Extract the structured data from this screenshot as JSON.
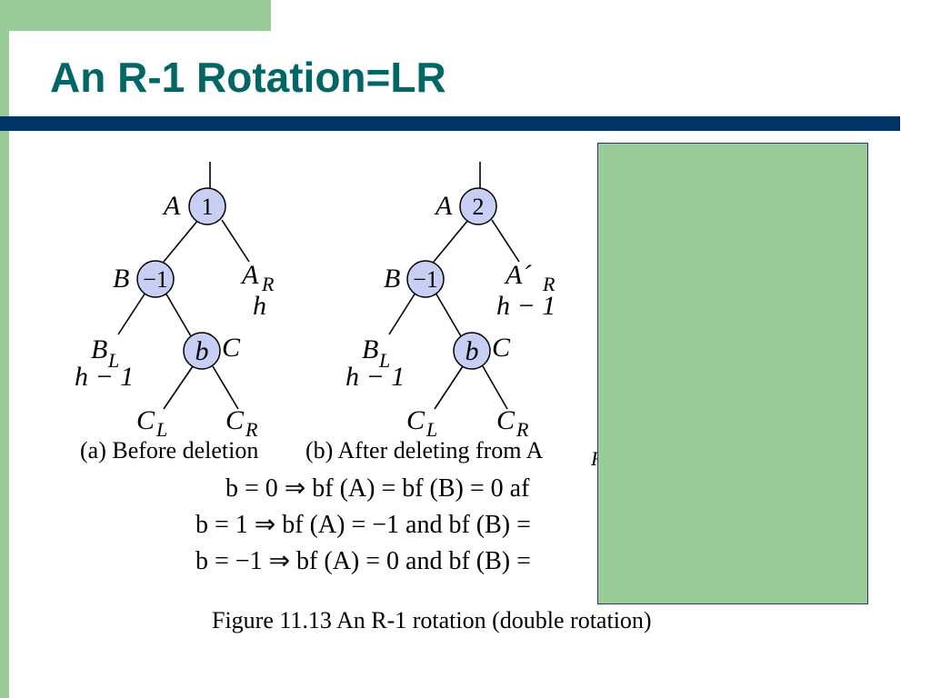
{
  "slide": {
    "title": "An R-1 Rotation=LR"
  },
  "tree_a": {
    "root_label": "A",
    "root_bf": "1",
    "left_label": "B",
    "left_bf": "−1",
    "right_sub": "A",
    "right_sub_index": "R",
    "right_height": "h",
    "bl": "B",
    "bl_index": "L",
    "bl_height": "h − 1",
    "mid_bf": "b",
    "mid_label": "C",
    "cl": "C",
    "cl_index": "L",
    "cr": "C",
    "cr_index": "R"
  },
  "tree_b": {
    "root_label": "A",
    "root_bf": "2",
    "left_label": "B",
    "left_bf": "−1",
    "right_sub": "A´",
    "right_sub_index": "R",
    "right_height": "h − 1",
    "bl": "B",
    "bl_index": "L",
    "bl_height": "h − 1",
    "mid_bf": "b",
    "mid_label": "C",
    "cl": "C",
    "cl_index": "L",
    "cr": "C",
    "cr_index": "R"
  },
  "captions": {
    "a": "(a) Before deletion",
    "b": "(b) After deleting from A",
    "b_index": "R",
    "figure": "Figure 11.13 An R-1 rotation (double rotation)"
  },
  "equations": [
    "b = 0 ⇒ bf (A) = bf (B) = 0 af",
    "b = 1 ⇒ bf (A) = −1 and bf (B) =",
    "b = −1 ⇒ bf (A) = 0 and bf (B) ="
  ],
  "colors": {
    "accent_green": "#99cc99",
    "title_teal": "#006666",
    "rule_navy": "#003366",
    "node_fill": "#c8cff5"
  }
}
